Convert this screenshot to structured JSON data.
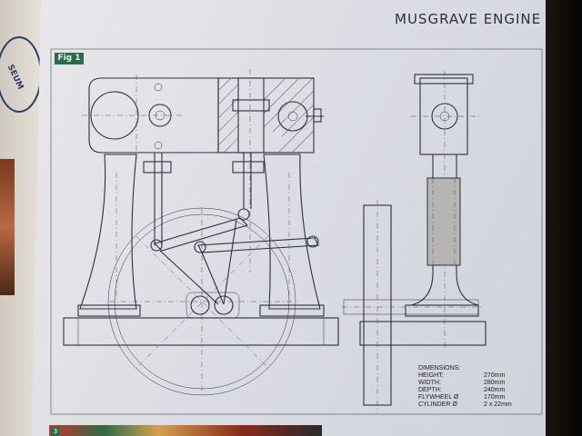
{
  "title": "MUSGRAVE ENGINE",
  "figure_label": "Fig 1",
  "page_number": "3",
  "seal_text": "SEUM",
  "dimensions": {
    "heading": "DIMENSIONS:",
    "rows": [
      {
        "label": "HEIGHT:",
        "value": "270mm"
      },
      {
        "label": "WIDTH:",
        "value": "280mm"
      },
      {
        "label": "DEPTH:",
        "value": "240mm"
      },
      {
        "label": "FLYWHEEL Ø",
        "value": "170mm"
      },
      {
        "label": "CYLINDER Ø",
        "value": "2 x 22mm"
      }
    ]
  },
  "colors": {
    "page": "#dcdde4",
    "ink": "#2c3040",
    "badge": "#2f6a4a"
  }
}
